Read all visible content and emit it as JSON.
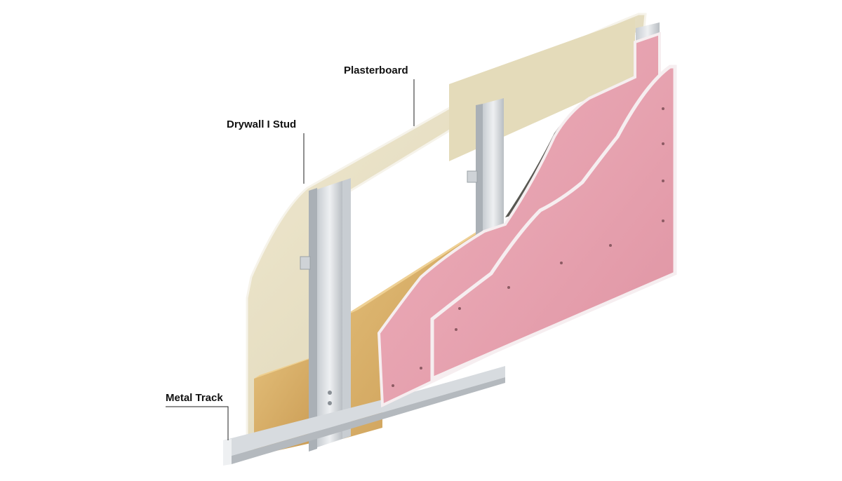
{
  "labels": {
    "plasterboard": "Plasterboard",
    "stud": "Drywall I Stud",
    "track": "Metal Track"
  },
  "colors": {
    "back_board": "#ece4c8",
    "back_board_shade": "#ddd3b2",
    "insulation": "#d8b066",
    "insulation_dark": "#bf944c",
    "pink_board": "#e9a3b0",
    "pink_board_dark": "#d98d9b",
    "board_edge": "#f4f1ea",
    "steel": "#dcdfe2",
    "steel_dark": "#b3b8bd",
    "leader_line": "#222222"
  }
}
